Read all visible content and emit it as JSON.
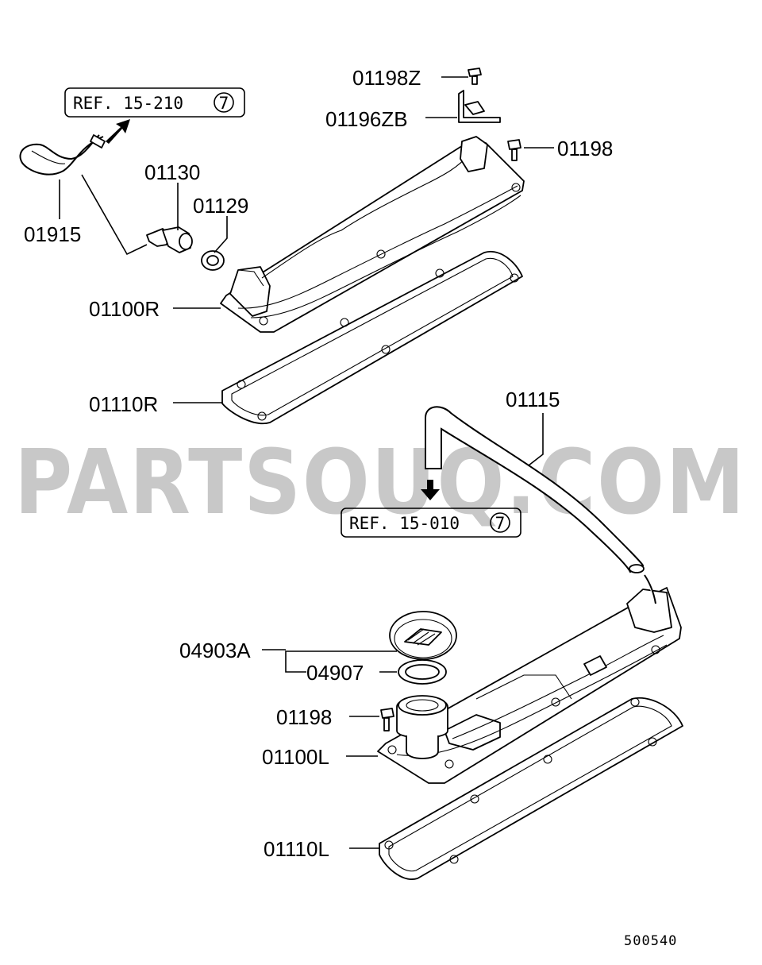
{
  "watermark": "PARTSOUQ.COM",
  "diagram_code": "500540",
  "refs": {
    "upper": {
      "text": "REF. 15-210",
      "badge": "7"
    },
    "lower": {
      "text": "REF. 15-010",
      "badge": "7"
    }
  },
  "labels": {
    "p01198Z": "01198Z",
    "p01196ZB": "01196ZB",
    "p01198_top": "01198",
    "p01130": "01130",
    "p01129": "01129",
    "p01915": "01915",
    "p01100R": "01100R",
    "p01110R": "01110R",
    "p01115": "01115",
    "p04903A": "04903A",
    "p04907": "04907",
    "p01198_bottom": "01198",
    "p01100L": "01100L",
    "p01110L": "01110L"
  }
}
